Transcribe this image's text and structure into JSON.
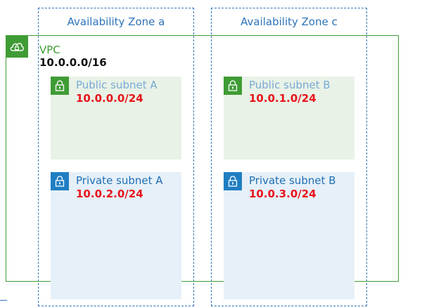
{
  "zones": {
    "a": {
      "label": "Availability Zone a"
    },
    "c": {
      "label": "Availability Zone c"
    }
  },
  "vpc": {
    "label": "VPC",
    "cidr": "10.0.0.0/16",
    "icon": "cloud-lock-icon"
  },
  "subnets": {
    "public_a": {
      "title": "Public subnet A",
      "cidr": "10.0.0.0/24",
      "icon": "lock-icon"
    },
    "public_b": {
      "title": "Public subnet B",
      "cidr": "10.0.1.0/24",
      "icon": "lock-icon"
    },
    "private_a": {
      "title": "Private subnet A",
      "cidr": "10.0.2.0/24",
      "icon": "lock-icon"
    },
    "private_b": {
      "title": "Private subnet B",
      "cidr": "10.0.3.0/24",
      "icon": "lock-icon"
    }
  },
  "colors": {
    "zone_border": "#2e73b8",
    "vpc_green": "#3f9c35",
    "public_bg": "#e8f2e6",
    "private_bg": "#e6f0f8",
    "private_icon": "#1f7ec2",
    "cidr_red": "#e8141b"
  }
}
